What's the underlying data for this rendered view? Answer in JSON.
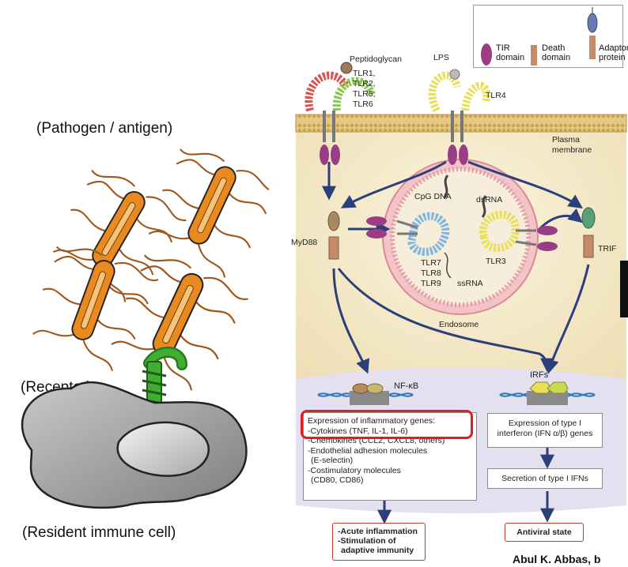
{
  "left_panel": {
    "pathogen_label": "(Pathogen / antigen)",
    "receptor_label": "(Receptor)",
    "cell_label": "(Resident immune cell)"
  },
  "legend": {
    "tir": [
      "TIR",
      "domain"
    ],
    "death": [
      "Death",
      "domain"
    ],
    "adaptor": [
      "Adaptor",
      "protein"
    ]
  },
  "ligands": {
    "peptidoglycan": "Peptidoglycan",
    "lps": "LPS",
    "cpg": "CpG DNA",
    "dsrna": "dsRNA",
    "ssrna": "ssRNA"
  },
  "receptors": {
    "surface_group": [
      "TLR1,",
      "TLR2,",
      "TLR5,",
      "TLR6"
    ],
    "tlr4": "TLR4",
    "endosomal_group": [
      "TLR7",
      "TLR8",
      "TLR9"
    ],
    "tlr3": "TLR3"
  },
  "compartments": {
    "plasma_membrane": [
      "Plasma",
      "membrane"
    ],
    "endosome": "Endosome"
  },
  "adaptors": {
    "myd88": "MyD88",
    "trif": "TRIF"
  },
  "transcription_factors": {
    "nfkb": "NF-κB",
    "irfs": "IRFs"
  },
  "inflammatory_box": {
    "lines": [
      "Expression of inflammatory genes:",
      "-Cytokines (TNF, IL-1, IL-6)",
      "-Chemokines (CCL2, CXCL8, others)",
      "-Endothelial adhesion molecules",
      "(E-selectin)",
      "-Costimulatory molecules",
      "(CD80, CD86)"
    ]
  },
  "interferon_box": {
    "lines": [
      "Expression of type I",
      "interferon (IFN α/β) genes"
    ]
  },
  "secretion_box": {
    "text": "Secretion of type I IFNs"
  },
  "outcomes": {
    "inflammation": [
      "-Acute inflammation",
      "-Stimulation of",
      "adaptive immunity"
    ],
    "antiviral": "Antiviral state"
  },
  "credit": "Abul K. Abbas, b",
  "colors": {
    "membrane_band": "#e8cf8a",
    "cytoplasm": "#f3e9cc",
    "nucleus": "#e6e2ef",
    "arrow": "#2c3f7a",
    "tir_domain": "#9b3d86",
    "death_domain": "#c48a6a",
    "highlight": "#e02020",
    "bacteria_orange": "#e88a1f",
    "receptor_green": "#3a9a2e"
  }
}
